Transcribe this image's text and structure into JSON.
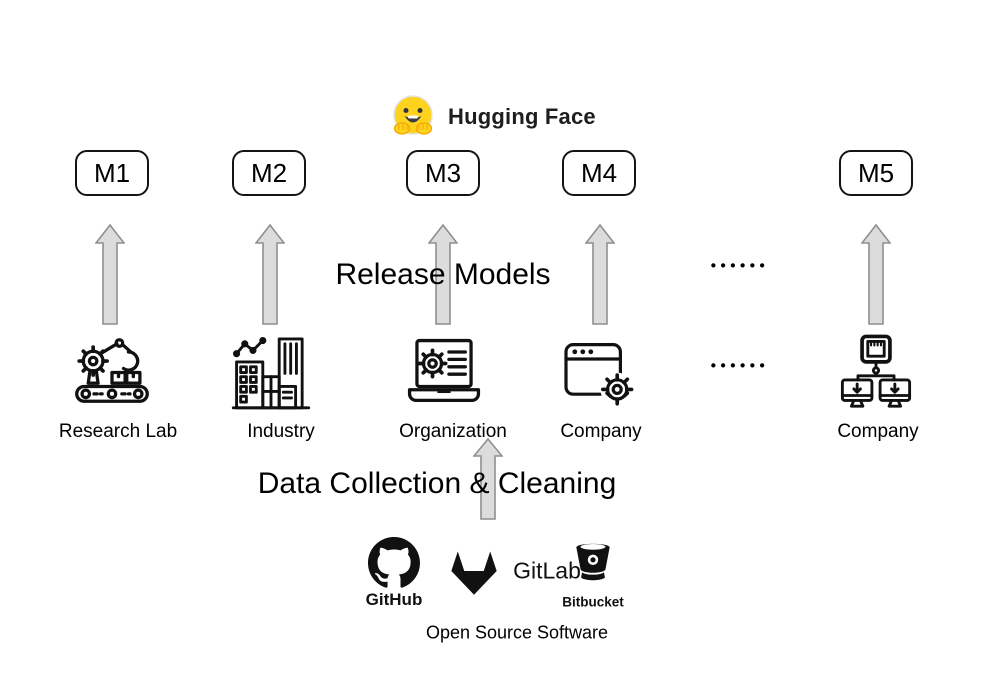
{
  "hub": {
    "brand": "Hugging Face"
  },
  "models": [
    {
      "label": "M1"
    },
    {
      "label": "M2"
    },
    {
      "label": "M3"
    },
    {
      "label": "M4"
    },
    {
      "label": "M5"
    }
  ],
  "flow": {
    "release_label": "Release Models",
    "collect_label": "Data Collection & Cleaning"
  },
  "entities": [
    {
      "label": "Research Lab",
      "icon": "research-lab-icon"
    },
    {
      "label": "Industry",
      "icon": "industry-icon"
    },
    {
      "label": "Organization",
      "icon": "organization-icon"
    },
    {
      "label": "Company",
      "icon": "company-gear-icon"
    },
    {
      "label": "Company",
      "icon": "company-network-icon"
    }
  ],
  "ellipsis": {
    "text": "••••••"
  },
  "sources": {
    "caption": "Open Source Software",
    "items": [
      {
        "label": "GitHub",
        "icon": "github-icon"
      },
      {
        "label": "GitLab",
        "icon": "gitlab-icon"
      },
      {
        "label": "Bitbucket",
        "icon": "bitbucket-icon"
      }
    ]
  },
  "colors": {
    "arrow_fill": "#DCDCDC",
    "arrow_stroke": "#8F8F8F",
    "ink": "#111111",
    "hf_yellow": "#FFD21E"
  }
}
